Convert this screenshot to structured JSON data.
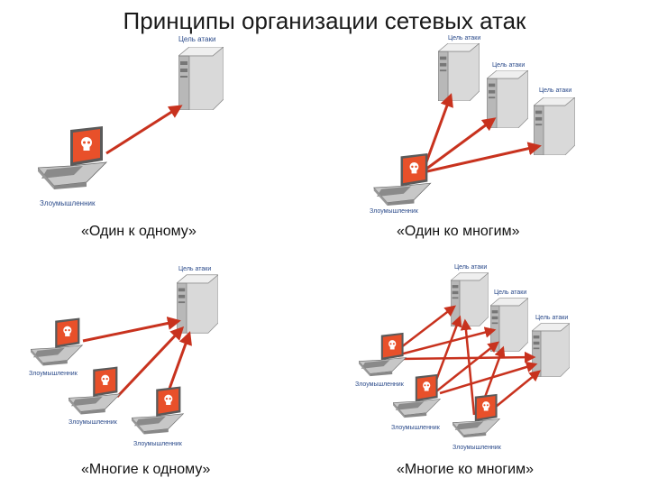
{
  "title": "Принципы организации сетевых атак",
  "labels": {
    "target": "Цель атаки",
    "attacker": "Злоумышленник"
  },
  "captions": {
    "one_to_one": "«Один к одному»",
    "one_to_many": "«Один ко многим»",
    "many_to_one": "«Многие к одному»",
    "many_to_many": "«Многие ко многим»"
  },
  "colors": {
    "arrow": "#c8321e",
    "server_body": "#d9d9d9",
    "server_side": "#a9a9a9",
    "laptop_screen": "#e8502a",
    "label": "#2a4a8a"
  },
  "icons": {
    "server": "server-icon",
    "laptop": "laptop-icon",
    "skull": "skull-icon"
  }
}
